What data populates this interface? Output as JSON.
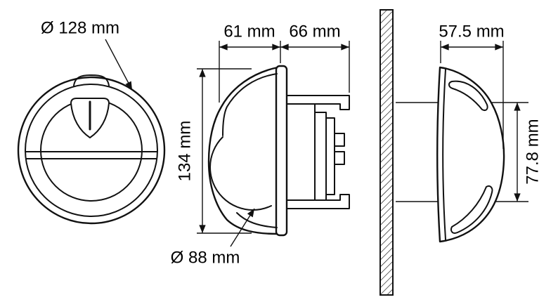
{
  "drawing": {
    "background": "#ffffff",
    "line_color": "#111111"
  },
  "dimensions": {
    "front_diameter": "Ø 128 mm",
    "front_depth": "61 mm",
    "rear_depth": "66 mm",
    "overall_height": "134 mm",
    "dome_diameter": "Ø 88 mm",
    "rear_width": "57.5 mm",
    "rear_height": "77.8 mm"
  }
}
